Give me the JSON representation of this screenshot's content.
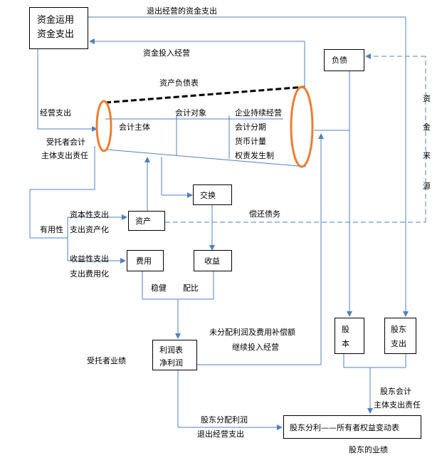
{
  "boxes": {
    "fund_use_line1": "资金运用",
    "fund_use_line2": "资金支出",
    "liability": "负债",
    "exchange": "交换",
    "asset": "资产",
    "expense": "费用",
    "revenue": "收益",
    "profit_line1": "利润表",
    "profit_line2": "净利润",
    "share_capital_line1": "股",
    "share_capital_line2": "本",
    "shareholder_line1": "股东",
    "shareholder_line2": "支出",
    "dividend_statement": "股东分利——所有者权益变动表"
  },
  "labels": {
    "exit_funds": "退出经营的资金支出",
    "fund_input": "资金投入经营",
    "balance_sheet": "资产负债表",
    "operating_expense": "经营支出",
    "accounting_object": "会计对象",
    "accounting_entity": "会计主体",
    "going_concern": "企业持续经营",
    "accounting_period": "会计分期",
    "monetary_measure": "货币计量",
    "accrual_basis": "权责发生制",
    "trustee_line1": "受托者会计",
    "trustee_line2": "主体支出责任",
    "usefulness": "有用性",
    "capital_expenditure": "资本性支出",
    "capitalization": "支出资产化",
    "revenue_expenditure": "收益性支出",
    "expensing": "支出费用化",
    "prudence": "稳健",
    "matching": "配比",
    "debt_repayment": "偿还债务",
    "undistributed_line1": "未分配利润及费用补偿额",
    "undistributed_line2": "继续投入经营",
    "trustee_performance": "受托者业绩",
    "fund_source_1": "资",
    "fund_source_2": "金",
    "fund_source_3": "来",
    "fund_source_4": "源",
    "shareholder_acct_line1": "股东会计",
    "shareholder_acct_line2": "主体支出责任",
    "dividend_line1": "股东分配利润",
    "dividend_line2": "退出经营支出",
    "shareholder_performance": "股东的业绩"
  },
  "colors": {
    "line": "#333333",
    "arrow_blue": "#4f81bd",
    "dashed_blue": "#4f81bd",
    "ellipse": "#ed7d31",
    "thick_dash": "#000000"
  }
}
